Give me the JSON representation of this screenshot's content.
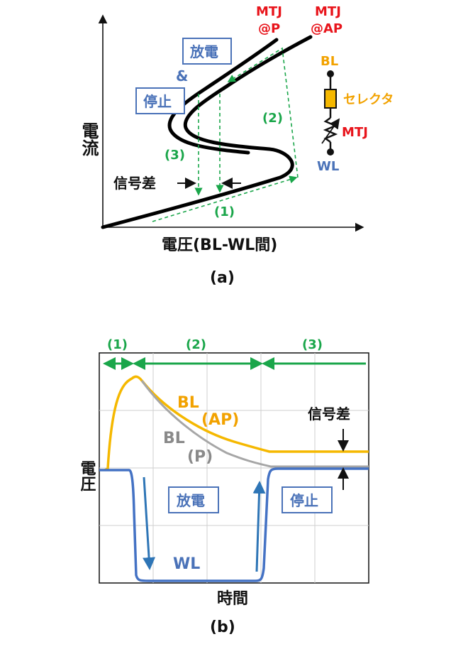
{
  "panel_a": {
    "y_axis_label": "電流",
    "x_axis_label": "電圧(BL-WL間)",
    "caption": "(a)",
    "curve_p_label": [
      "MTJ",
      "@P"
    ],
    "curve_ap_label": [
      "MTJ",
      "@AP"
    ],
    "box_discharge": "放電",
    "ampersand": "&",
    "box_stop": "停止",
    "step1": "(1)",
    "step2": "(2)",
    "step3": "(3)",
    "signal_diff": "信号差",
    "circuit": {
      "bl": "BL",
      "selector": "セレクタ",
      "mtj": "MTJ",
      "wl": "WL"
    }
  },
  "panel_b": {
    "y_axis_label": "電圧",
    "x_axis_label": "時間",
    "caption": "(b)",
    "phase1": "(1)",
    "phase2": "(2)",
    "phase3": "(3)",
    "bl_ap_label": [
      "BL",
      "(AP)"
    ],
    "bl_p_label": [
      "BL",
      "(P)"
    ],
    "wl_label": "WL",
    "box_discharge": "放電",
    "box_stop": "停止",
    "signal_diff": "信号差"
  },
  "colors": {
    "bl_ap": "#f5b800",
    "bl_p": "#a6a6a6",
    "wl": "#4472c4",
    "mtj": "#e8141b",
    "step": "#1aa64a",
    "box": "#4a72b8"
  }
}
